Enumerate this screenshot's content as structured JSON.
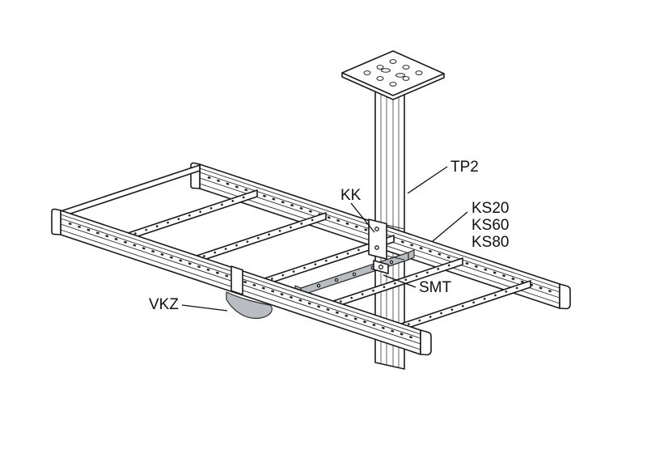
{
  "page": {
    "background": "#ffffff"
  },
  "diagram": {
    "kind": "isometric-line-drawing-cable-ladder-suspension",
    "colors": {
      "line": "#1a1a1a",
      "shaded_part": "#b9bdc1",
      "background": "#ffffff"
    },
    "labels": {
      "tp2": "TP2",
      "kk": "KK",
      "ks20": "KS20",
      "ks60": "KS60",
      "ks80": "KS80",
      "smt": "SMT",
      "vkz": "VKZ"
    }
  }
}
